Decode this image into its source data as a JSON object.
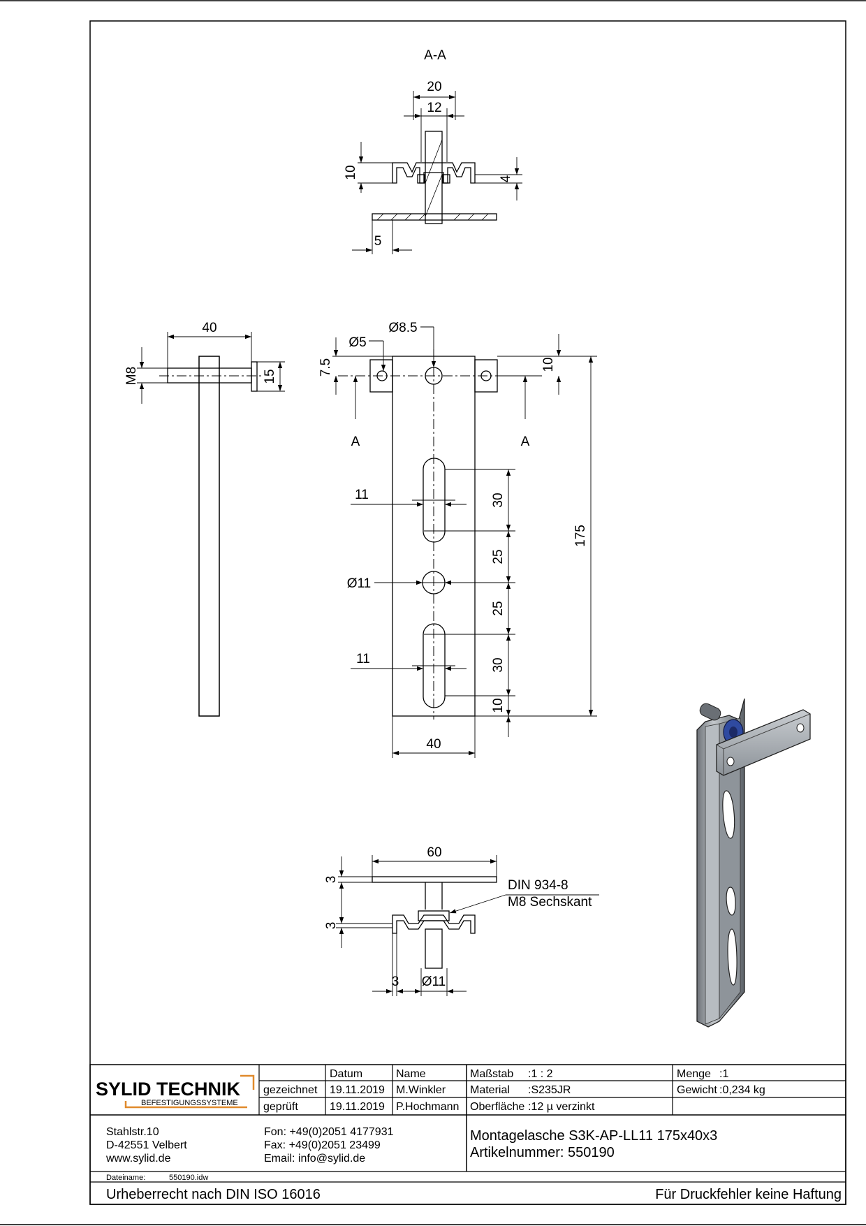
{
  "section": {
    "title": "A-A",
    "dims": {
      "w20": "20",
      "w12": "12",
      "h10": "10",
      "h4": "4",
      "w5": "5"
    }
  },
  "side_view": {
    "dims": {
      "w40": "40",
      "m8": "M8",
      "h15": "15"
    }
  },
  "front_view": {
    "dims": {
      "d5": "Ø5",
      "d8_5": "Ø8.5",
      "d11": "Ø11",
      "v7_5": "7.5",
      "v10_top": "10",
      "slot11_a": "11",
      "slot11_b": "11",
      "v30_a": "30",
      "v25_a": "25",
      "v25_b": "25",
      "v30_b": "30",
      "v10_bottom": "10",
      "h175": "175",
      "w40": "40"
    },
    "section_marks": {
      "left": "A",
      "right": "A"
    }
  },
  "bottom_view": {
    "dims": {
      "w60": "60",
      "v3_a": "3",
      "v3_b": "3",
      "w3": "3",
      "d11": "Ø11"
    },
    "callout": {
      "line1": "DIN 934-8",
      "line2": "M8 Sechskant"
    }
  },
  "title_block": {
    "logo": {
      "name": "SYLID TECHNIK",
      "subtitle": "BEFESTIGUNGSSYSTEME",
      "accent_color": "#e08a2c"
    },
    "header": {
      "datum": "Datum",
      "name": "Name"
    },
    "rows": [
      {
        "label": "gezeichnet",
        "date": "19.11.2019",
        "name": "M.Winkler"
      },
      {
        "label": "geprüft",
        "date": "19.11.2019",
        "name": "P.Hochmann"
      }
    ],
    "props": {
      "massstab_label": "Maßstab",
      "massstab_value": ":1 : 2",
      "material_label": "Material",
      "material_value": ":S235JR",
      "oberflaeche_label": "Oberfläche",
      "oberflaeche_value": ":12 µ verzinkt",
      "menge_label": "Menge",
      "menge_value": ":1",
      "gewicht_label": "Gewicht",
      "gewicht_value": ":0,234 kg"
    },
    "address": {
      "street": "Stahlstr.10",
      "city": "D-42551 Velbert",
      "web": "www.sylid.de"
    },
    "contact": {
      "phone": "Fon: +49(0)2051 4177931",
      "fax": "Fax: +49(0)2051 23499",
      "email": "Email: info@sylid.de"
    },
    "product": {
      "name": "Montagelasche S3K-AP-LL11 175x40x3",
      "article": "Artikelnummer: 550190"
    },
    "file": {
      "label": "Dateiname:",
      "value": "550190.idw"
    },
    "footer": {
      "left": "Urheberrecht nach DIN ISO 16016",
      "right": "Für Druckfehler keine Haftung"
    }
  }
}
